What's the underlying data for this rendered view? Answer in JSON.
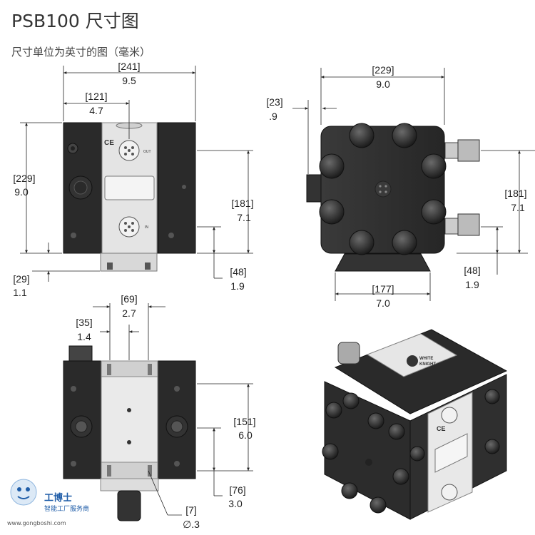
{
  "header": {
    "title": "PSB100 尺寸图",
    "subtitle": "尺寸单位为英寸的图（毫米）"
  },
  "front_view": {
    "overall_width": {
      "mm": "[241]",
      "in": "9.5"
    },
    "connector_offset": {
      "mm": "[121]",
      "in": "4.7"
    },
    "overall_height": {
      "mm": "[229]",
      "in": "9.0"
    },
    "port_spacing": {
      "mm": "[181]",
      "in": "7.1"
    },
    "lower_port_height": {
      "mm": "[48]",
      "in": "1.9"
    },
    "base_height": {
      "mm": "[29]",
      "in": "1.1"
    },
    "ce_mark": "CE",
    "port_out_label": "OUT",
    "port_in_label": "IN"
  },
  "side_view": {
    "overall_width": {
      "mm": "[229]",
      "in": "9.0"
    },
    "fitting_offset": {
      "mm": "[23]",
      "in": ".9"
    },
    "port_spacing": {
      "mm": "[181]",
      "in": "7.1"
    },
    "lower_port_height": {
      "mm": "[48]",
      "in": "1.9"
    },
    "base_width": {
      "mm": "[177]",
      "in": "7.0"
    }
  },
  "back_view": {
    "slot_width": {
      "mm": "[69]",
      "in": "2.7"
    },
    "slot_offset": {
      "mm": "[35]",
      "in": "1.4"
    },
    "mount_height": {
      "mm": "[151]",
      "in": "6.0"
    },
    "mount_base": {
      "mm": "[76]",
      "in": "3.0"
    },
    "hole_dia": {
      "mm": "[7]",
      "in": "∅.3"
    }
  },
  "iso_view": {
    "brand_line1": "WHITE",
    "brand_line2": "KNIGHT",
    "ce_mark": "CE"
  },
  "watermark": {
    "name": "工博士",
    "tagline": "智能工厂服务商",
    "url": "www.gongboshi.com"
  },
  "colors": {
    "body_dark": "#2b2b2b",
    "body_panel": "#e6e6e6",
    "line": "#222222",
    "watermark_blue": "#1f5da8"
  }
}
